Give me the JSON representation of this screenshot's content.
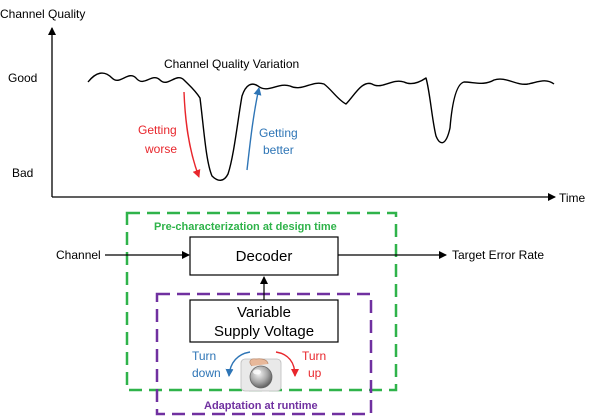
{
  "plot": {
    "y_axis_title": "Channel Quality",
    "x_axis_title": "Time",
    "level_good": "Good",
    "level_bad": "Bad",
    "curve_title": "Channel Quality Variation",
    "worse_line1": "Getting",
    "worse_line2": "worse",
    "better_line1": "Getting",
    "better_line2": "better"
  },
  "block": {
    "input_label": "Channel",
    "decoder_label": "Decoder",
    "voltage_line1": "Variable",
    "voltage_line2": "Supply Voltage",
    "output_label": "Target Error Rate",
    "design_time_label": "Pre-characterization at design time",
    "runtime_label": "Adaptation at runtime",
    "turn_down_line1": "Turn",
    "turn_down_line2": "down",
    "turn_up_line1": "Turn",
    "turn_up_line2": "up"
  },
  "colors": {
    "worse": "#e8262c",
    "better": "#2e75b6",
    "design_box": "#2fb34a",
    "runtime_box": "#7030a0",
    "axis": "#000000",
    "knob": "#9a9a9a"
  }
}
